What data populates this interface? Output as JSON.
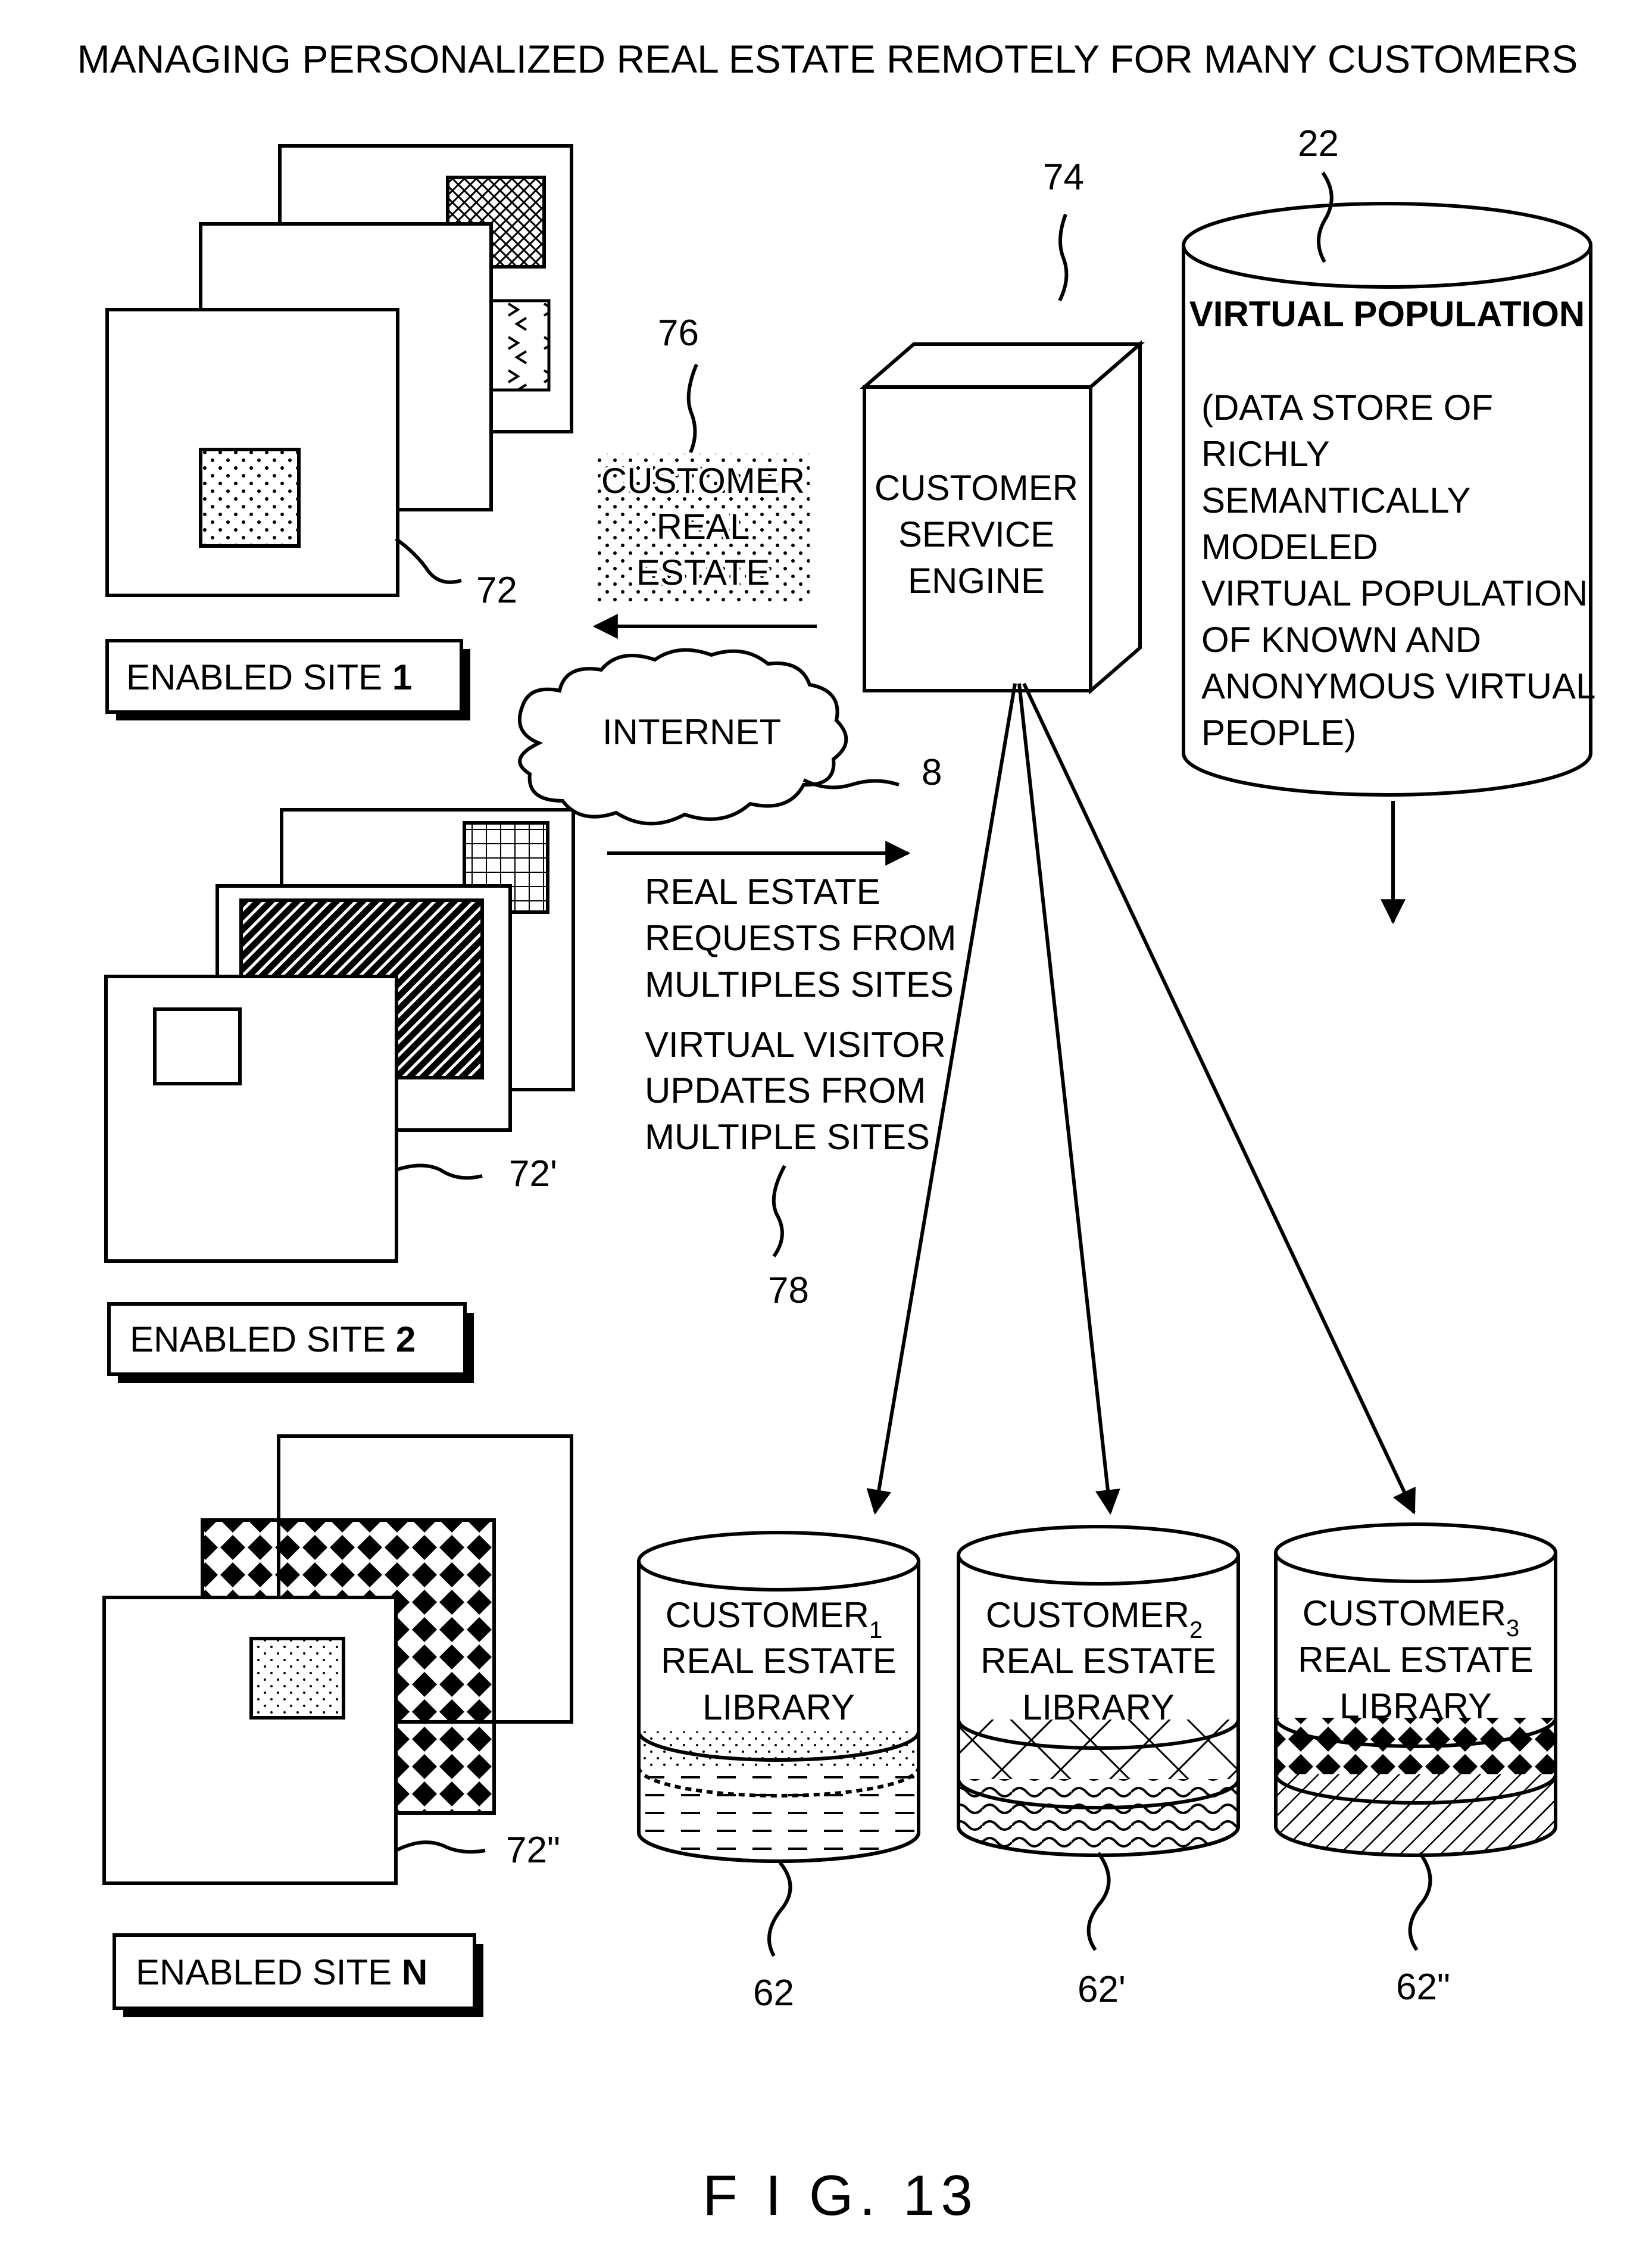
{
  "title": "MANAGING PERSONALIZED REAL ESTATE REMOTELY FOR MANY CUSTOMERS",
  "figure_label": "F I G. 13",
  "sites": [
    {
      "label": "ENABLED SITE ",
      "bold": "1",
      "ref": "72"
    },
    {
      "label": "ENABLED SITE ",
      "bold": "2",
      "ref": "72'"
    },
    {
      "label": "ENABLED SITE ",
      "bold": "N",
      "ref": "72\""
    }
  ],
  "customer_real_estate": {
    "lines": [
      "CUSTOMER",
      "REAL",
      "ESTATE"
    ],
    "ref": "76"
  },
  "internet": {
    "label": "INTERNET",
    "ref": "8"
  },
  "engine": {
    "lines": [
      "CUSTOMER",
      "SERVICE",
      "ENGINE"
    ],
    "ref": "74"
  },
  "virtual_population": {
    "title": "VIRTUAL POPULATION",
    "lines": [
      "(DATA STORE OF",
      "RICHLY",
      "SEMANTICALLY",
      "MODELED",
      "VIRTUAL POPULATION",
      "OF KNOWN AND",
      "ANONYMOUS VIRTUAL",
      "PEOPLE)"
    ],
    "ref": "22"
  },
  "requests": {
    "lines": [
      "REAL ESTATE",
      "REQUESTS FROM",
      "MULTIPLES SITES",
      "VIRTUAL VISITOR",
      "UPDATES FROM",
      "MULTIPLE SITES"
    ],
    "ref": "78"
  },
  "libraries": [
    {
      "name": "CUSTOMER",
      "sub": "1",
      "line2": "REAL ESTATE",
      "line3": "LIBRARY",
      "ref": "62"
    },
    {
      "name": "CUSTOMER",
      "sub": "2",
      "line2": "REAL ESTATE",
      "line3": "LIBRARY",
      "ref": "62'"
    },
    {
      "name": "CUSTOMER",
      "sub": "3",
      "line2": "REAL ESTATE",
      "line3": "LIBRARY",
      "ref": "62\""
    }
  ]
}
